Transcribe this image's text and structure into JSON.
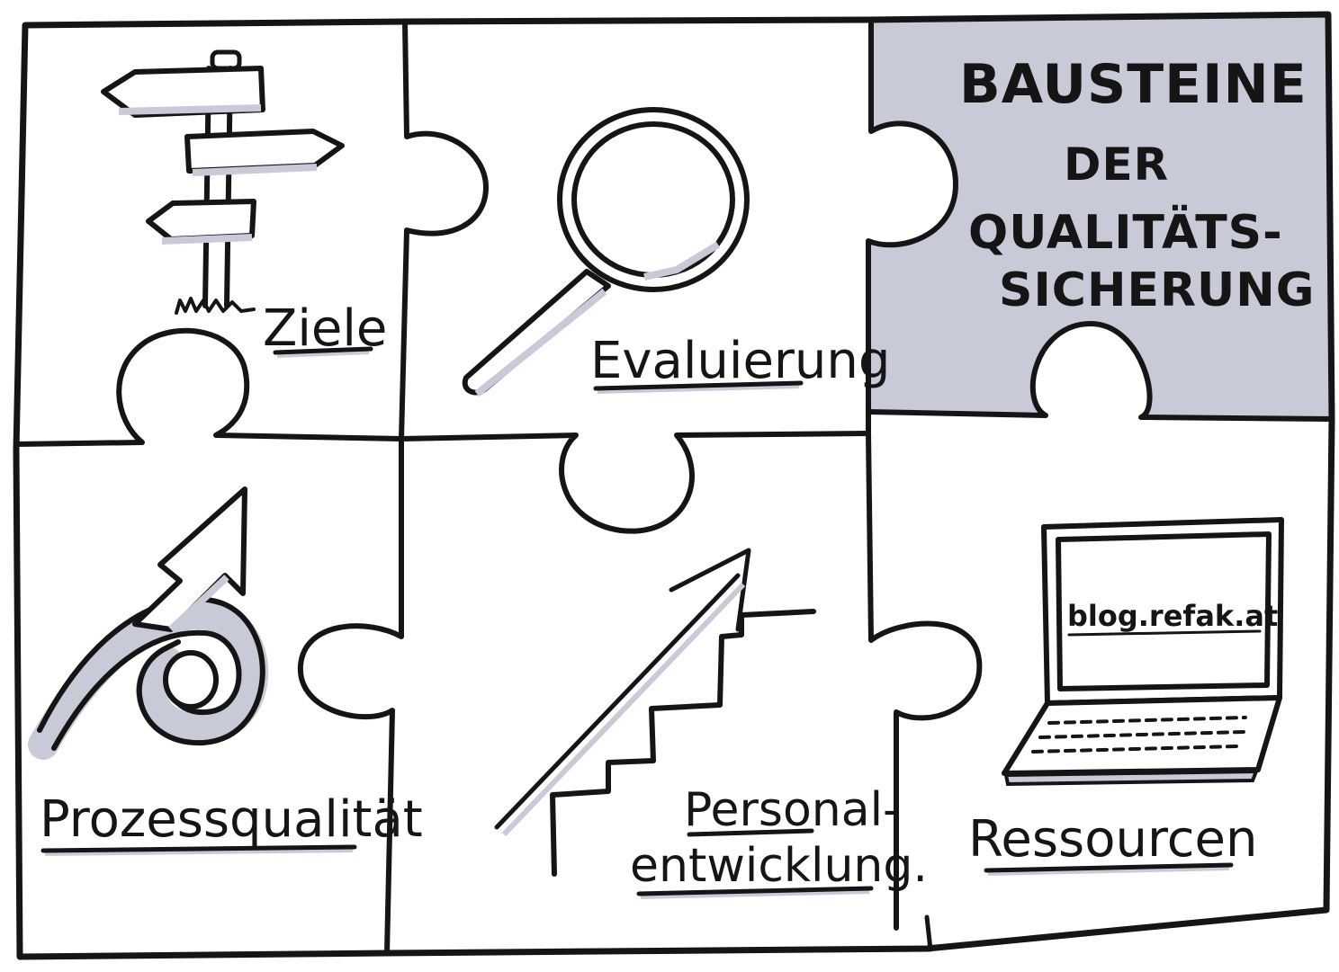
{
  "title": {
    "line1": "BAUSTEINE",
    "line2": "DER",
    "line3": "QUALITÄTS-",
    "line4": "SICHERUNG"
  },
  "pieces": [
    {
      "label": "Ziele",
      "icon": "signpost-icon"
    },
    {
      "label": "Evaluierung",
      "icon": "magnifying-glass-icon"
    },
    {
      "label": "Prozessqualität",
      "icon": "looping-arrow-icon"
    },
    {
      "label_line1": "Personal-",
      "label_line2": "entwicklung.",
      "icon": "stairs-arrow-icon"
    },
    {
      "label": "Ressourcen",
      "icon": "laptop-icon"
    }
  ],
  "laptop_screen_text": "blog.refak.at",
  "colors": {
    "ink": "#151515",
    "highlight": "#c9cad8",
    "shadow": "#d8d9e6"
  }
}
